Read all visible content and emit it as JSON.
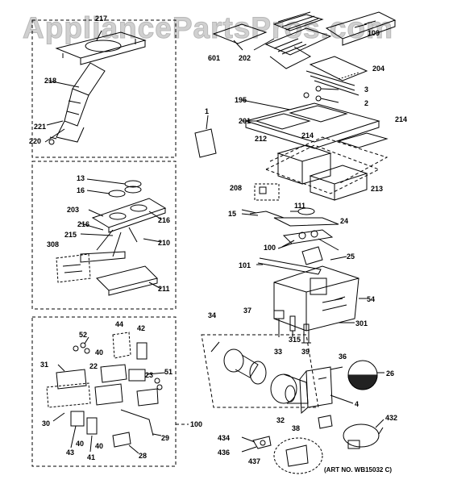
{
  "watermark": "AppliancePartsPros.com",
  "art_number": "(ART NO. WB15032 C)",
  "callouts": {
    "c217": "217",
    "c601": "601",
    "c202": "202",
    "c109": "109",
    "c204": "204",
    "c3": "3",
    "c2": "2",
    "c195": "195",
    "c201": "201",
    "c214a": "214",
    "c214b": "214",
    "c212": "212",
    "c1": "1",
    "c218": "218",
    "c221": "221",
    "c220": "220",
    "c13": "13",
    "c16": "16",
    "c203": "203",
    "c216a": "216",
    "c216b": "216",
    "c215": "215",
    "c210": "210",
    "c308": "308",
    "c211": "211",
    "c208": "208",
    "c213": "213",
    "c111": "111",
    "c15": "15",
    "c24": "24",
    "c100a": "100",
    "c25": "25",
    "c101": "101",
    "c54": "54",
    "c37": "37",
    "c301": "301",
    "c315": "315",
    "c33": "33",
    "c39": "39",
    "c34": "34",
    "c36": "36",
    "c26": "26",
    "c4": "4",
    "c32": "32",
    "c38": "38",
    "c432": "432",
    "c434": "434",
    "c436": "436",
    "c437": "437",
    "c52": "52",
    "c44": "44",
    "c42": "42",
    "c40a": "40",
    "c31": "31",
    "c22": "22",
    "c23": "23",
    "c51": "51",
    "c30": "30",
    "c43": "43",
    "c40b": "40",
    "c40c": "40",
    "c41": "41",
    "c29": "29",
    "c28": "28",
    "c100b": "100"
  }
}
